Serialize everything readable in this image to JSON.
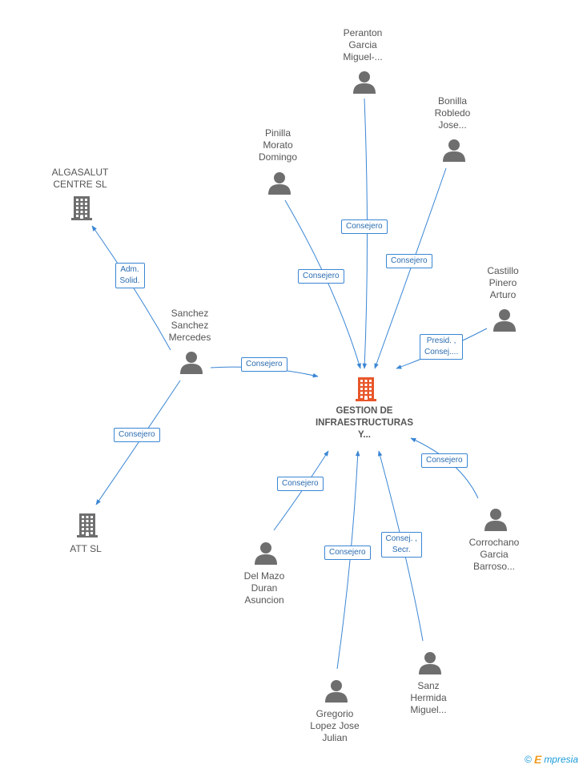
{
  "nodes": [
    {
      "id": "peranton",
      "type": "person",
      "label": "Peranton\nGarcia\nMiguel-..."
    },
    {
      "id": "bonilla",
      "type": "person",
      "label": "Bonilla\nRobledo\nJose..."
    },
    {
      "id": "pinilla",
      "type": "person",
      "label": "Pinilla\nMorato\nDomingo"
    },
    {
      "id": "algasalut",
      "type": "company",
      "label": "ALGASALUT\nCENTRE SL"
    },
    {
      "id": "castillo",
      "type": "person",
      "label": "Castillo\nPinero\nArturo"
    },
    {
      "id": "sanchez",
      "type": "person",
      "label": "Sanchez\nSanchez\nMercedes"
    },
    {
      "id": "gestion",
      "type": "company-main",
      "label": "GESTION DE\nINFRAESTRUCTURAS\nY..."
    },
    {
      "id": "att",
      "type": "company",
      "label": "ATT SL"
    },
    {
      "id": "corrochano",
      "type": "person",
      "label": "Corrochano\nGarcia\nBarroso..."
    },
    {
      "id": "delmazo",
      "type": "person",
      "label": "Del Mazo\nDuran\nAsuncion"
    },
    {
      "id": "sanz",
      "type": "person",
      "label": "Sanz\nHermida\nMiguel..."
    },
    {
      "id": "gregorio",
      "type": "person",
      "label": "Gregorio\nLopez Jose\nJulian"
    }
  ],
  "edges": [
    {
      "from": "peranton",
      "to": "gestion",
      "label": "Consejero"
    },
    {
      "from": "bonilla",
      "to": "gestion",
      "label": "Consejero"
    },
    {
      "from": "pinilla",
      "to": "gestion",
      "label": "Consejero"
    },
    {
      "from": "castillo",
      "to": "gestion",
      "label": "Presid. ,\nConsej...."
    },
    {
      "from": "sanchez",
      "to": "gestion",
      "label": "Consejero"
    },
    {
      "from": "sanchez",
      "to": "algasalut",
      "label": "Adm.\nSolid."
    },
    {
      "from": "sanchez",
      "to": "att",
      "label": "Consejero"
    },
    {
      "from": "corrochano",
      "to": "gestion",
      "label": "Consejero"
    },
    {
      "from": "delmazo",
      "to": "gestion",
      "label": "Consejero"
    },
    {
      "from": "sanz",
      "to": "gestion",
      "label": "Consej. ,\nSecr."
    },
    {
      "from": "gregorio",
      "to": "gestion",
      "label": "Consejero"
    }
  ],
  "colors": {
    "edge": "#3a86d4",
    "person": "#6e6e6e",
    "company": "#6e6e6e",
    "main_company": "#e8562a"
  },
  "brand": {
    "symbol": "©",
    "e": "E",
    "rest": "mpresia"
  }
}
